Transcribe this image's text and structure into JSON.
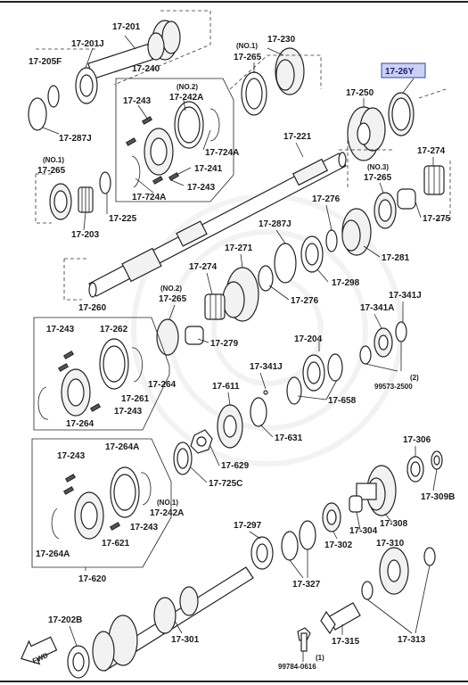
{
  "highlight": {
    "part": "17-26Y",
    "color": "#c9d2f2"
  },
  "labels": {
    "p17_201": "17-201",
    "p17_201J": "17-201J",
    "p17_205F": "17-205F",
    "p17_287J_top": "17-287J",
    "p17_240": "17-240",
    "p17_242A_no2_tag": "(NO.2)",
    "p17_242A_top": "17-242A",
    "p17_243_a": "17-243",
    "p17_724A_right": "17-724A",
    "p17_724A_left": "17-724A",
    "p17_241": "17-241",
    "p17_243_b": "17-243",
    "p17_265_no1_tag_top": "(NO.1)",
    "p17_265_top": "17-265",
    "p17_230": "17-230",
    "p17_26Y": "17-26Y",
    "p17_250": "17-250",
    "p17_221": "17-221",
    "p17_265_left_tag": "(NO.1)",
    "p17_265_left": "17-265",
    "p17_203": "17-203",
    "p17_225": "17-225",
    "p17_274_top": "17-274",
    "p17_265_no3_tag": "(NO.3)",
    "p17_265_no3": "17-265",
    "p17_275": "17-275",
    "p17_276_top": "17-276",
    "p17_287J_mid": "17-287J",
    "p17_281": "17-281",
    "p17_271": "17-271",
    "p17_298": "17-298",
    "p17_274_mid": "17-274",
    "p17_276_mid": "17-276",
    "p17_265_no2_tag": "(NO.2)",
    "p17_265_no2": "17-265",
    "p17_279": "17-279",
    "p17_341J_top": "17-341J",
    "p17_341A": "17-341A",
    "p17_260": "17-260",
    "p17_243_c": "17-243",
    "p17_262": "17-262",
    "p17_264_right": "17-264",
    "p17_261": "17-261",
    "p17_243_d": "17-243",
    "p17_264_left": "17-264",
    "p17_204": "17-204",
    "p17_341J_mid": "17-341J",
    "p99573_qty": "(2)",
    "p99573": "99573-2500",
    "p17_611": "17-611",
    "p17_658": "17-658",
    "p17_631": "17-631",
    "p17_306": "17-306",
    "p17_309B": "17-309B",
    "p17_264A": "17-264A",
    "p17_243_e": "17-243",
    "p17_629": "17-629",
    "p17_725C": "17-725C",
    "p17_242A_no1_tag": "(NO.1)",
    "p17_242A_bot": "17-242A",
    "p17_243_f": "17-243",
    "p17_621": "17-621",
    "p17_264A_left": "17-264A",
    "p17_297": "17-297",
    "p17_302": "17-302",
    "p17_304": "17-304",
    "p17_308": "17-308",
    "p17_310": "17-310",
    "p17_327": "17-327",
    "p17_620": "17-620",
    "p17_202B": "17-202B",
    "p17_301": "17-301",
    "p17_315": "17-315",
    "p17_313": "17-313",
    "p99784_qty": "(1)",
    "p99784": "99784-0616",
    "fwd": "FWD"
  }
}
